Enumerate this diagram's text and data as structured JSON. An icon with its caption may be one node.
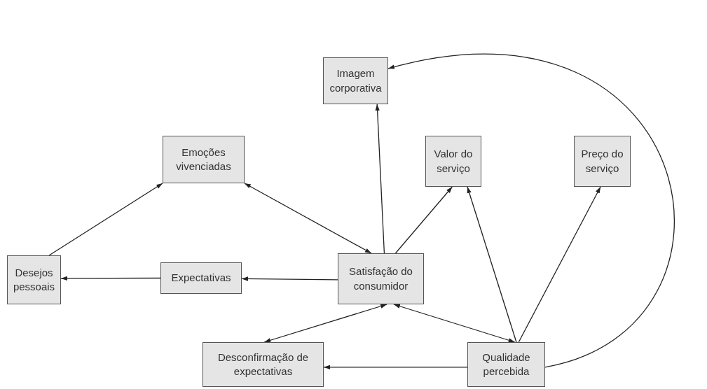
{
  "diagram": {
    "nodes": [
      {
        "text": [
          "Imagem corporativa"
        ]
      },
      {
        "text": [
          "Emoções vivenciadas"
        ]
      },
      {
        "text": [
          "Valor do serviço"
        ]
      },
      {
        "text": [
          "Preço do serviço"
        ]
      },
      {
        "text": [
          "Desejos pessoais"
        ]
      },
      {
        "text": [
          "Expectativas"
        ]
      },
      {
        "text": [
          "Satisfação do consumidor"
        ]
      },
      {
        "text": [
          "Desconfirmação de expectativas"
        ]
      },
      {
        "text": [
          "Qualidade percebida"
        ]
      }
    ],
    "edges": [
      {
        "from": 6,
        "to": 0,
        "arrow": "to"
      },
      {
        "from": 1,
        "to": 6,
        "arrow": "both"
      },
      {
        "from": 4,
        "to": 1,
        "arrow": "to"
      },
      {
        "from": 6,
        "to": 2,
        "arrow": "to"
      },
      {
        "from": 6,
        "to": 5,
        "arrow": "to"
      },
      {
        "from": 5,
        "to": 4,
        "arrow": "to"
      },
      {
        "from": 6,
        "to": 7,
        "arrow": "both"
      },
      {
        "from": 8,
        "to": 6,
        "arrow": "both"
      },
      {
        "from": 8,
        "to": 2,
        "arrow": "to"
      },
      {
        "from": 8,
        "to": 3,
        "arrow": "to"
      },
      {
        "from": 8,
        "to": 7,
        "arrow": "to"
      },
      {
        "from": 8,
        "to": 0,
        "arrow": "to"
      }
    ]
  }
}
